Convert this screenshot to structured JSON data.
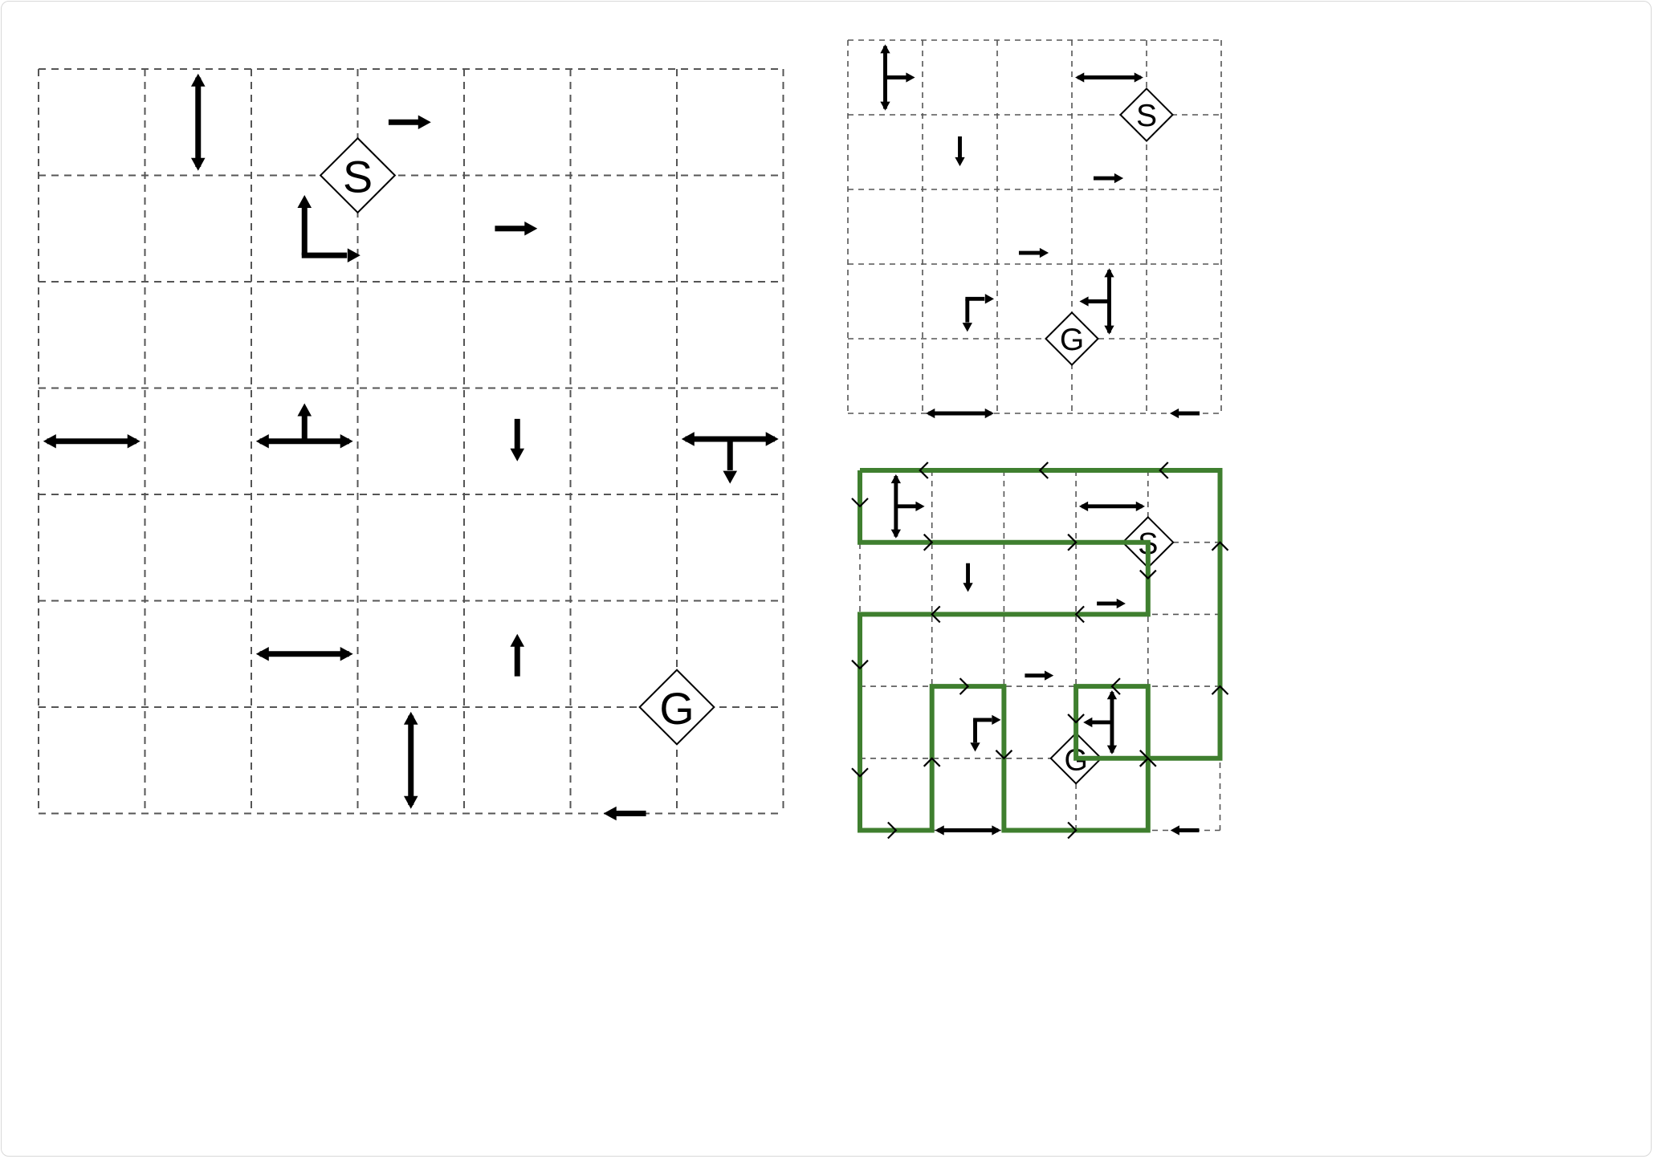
{
  "start_label": "S",
  "goal_label": "G",
  "colors": {
    "path": "#3f7f2f",
    "grid": "#555555",
    "arrow": "#000000"
  },
  "main_grid": {
    "cols": 7,
    "rows": 7,
    "start": {
      "row": 1,
      "col": 2
    },
    "goal": {
      "row": 6,
      "col": 5
    },
    "cells": [
      {
        "row": 0,
        "col": 1,
        "dirs": [
          "up",
          "down"
        ],
        "anchor": "right"
      },
      {
        "row": 0,
        "col": 3,
        "dirs": [
          "right"
        ],
        "anchor": "right"
      },
      {
        "row": 1,
        "col": 2,
        "dirs": [
          "up",
          "right"
        ],
        "shape": "elbow"
      },
      {
        "row": 1,
        "col": 4,
        "dirs": [
          "right"
        ],
        "anchor": "right"
      },
      {
        "row": 3,
        "col": 0,
        "dirs": [
          "left",
          "right"
        ]
      },
      {
        "row": 3,
        "col": 2,
        "dirs": [
          "left",
          "right",
          "up"
        ]
      },
      {
        "row": 3,
        "col": 4,
        "dirs": [
          "down"
        ]
      },
      {
        "row": 3,
        "col": 6,
        "dirs": [
          "left",
          "right",
          "down"
        ],
        "shape": "tee-down"
      },
      {
        "row": 5,
        "col": 2,
        "dirs": [
          "left",
          "right"
        ]
      },
      {
        "row": 5,
        "col": 4,
        "dirs": [
          "up"
        ]
      },
      {
        "row": 6,
        "col": 3,
        "dirs": [
          "up",
          "down"
        ]
      },
      {
        "row": 6,
        "col": 5,
        "dirs": [
          "left"
        ],
        "anchor": "bottom"
      }
    ]
  },
  "small_grid": {
    "cols": 5,
    "rows": 5,
    "start": {
      "row": 1,
      "col": 3
    },
    "goal": {
      "row": 4,
      "col": 2
    },
    "cells": [
      {
        "row": 0,
        "col": 0,
        "dirs": [
          "up",
          "down",
          "right"
        ],
        "shape": "tee-right"
      },
      {
        "row": 0,
        "col": 3,
        "dirs": [
          "left",
          "right"
        ],
        "anchor": "right"
      },
      {
        "row": 1,
        "col": 1,
        "dirs": [
          "down"
        ]
      },
      {
        "row": 1,
        "col": 3,
        "dirs": [
          "right"
        ],
        "anchor": "bottomright"
      },
      {
        "row": 2,
        "col": 2,
        "dirs": [
          "right"
        ],
        "anchor": "bottomright"
      },
      {
        "row": 3,
        "col": 1,
        "dirs": [
          "down",
          "right"
        ],
        "shape": "elbow-down"
      },
      {
        "row": 3,
        "col": 3,
        "dirs": [
          "up",
          "down",
          "left"
        ],
        "shape": "tee-left"
      },
      {
        "row": 4,
        "col": 1,
        "dirs": [
          "left",
          "right"
        ],
        "anchor": "bottom"
      },
      {
        "row": 4,
        "col": 4,
        "dirs": [
          "left"
        ],
        "anchor": "bottom"
      }
    ]
  },
  "solution_path": {
    "points": [
      [
        0,
        0
      ],
      [
        1,
        0
      ],
      [
        1,
        4
      ],
      [
        2,
        4
      ],
      [
        2,
        0
      ],
      [
        5,
        0
      ],
      [
        5,
        1
      ],
      [
        3,
        1
      ],
      [
        3,
        2
      ],
      [
        5,
        2
      ],
      [
        5,
        4
      ],
      [
        3,
        4
      ],
      [
        3,
        3
      ],
      [
        4,
        3
      ],
      [
        4,
        5
      ],
      [
        0,
        5
      ],
      [
        0,
        0
      ]
    ]
  }
}
